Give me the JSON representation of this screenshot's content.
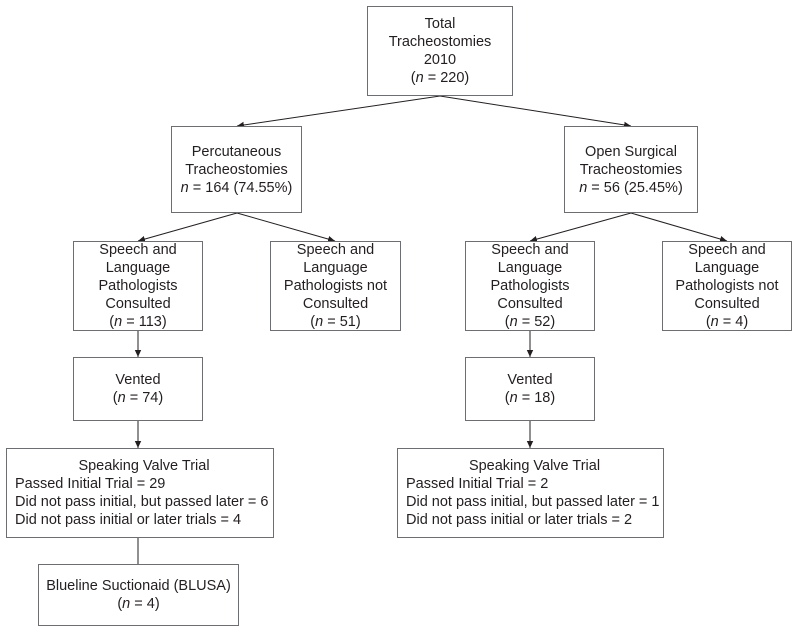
{
  "total": {
    "title_lines": [
      "Total",
      "Tracheostomies",
      "2010"
    ],
    "n_prefix": "(",
    "n_symbol": "n",
    "n_suffix": " = 220)"
  },
  "percutaneous": {
    "title_lines": [
      "Percutaneous",
      "Tracheostomies"
    ],
    "n_symbol": "n",
    "n_suffix": " = 164 (74.55%)"
  },
  "open_surgical": {
    "title_lines": [
      "Open Surgical",
      "Tracheostomies"
    ],
    "n_symbol": "n",
    "n_suffix": " = 56 (25.45%)"
  },
  "perc_slp_consulted": {
    "title_lines": [
      "Speech and",
      "Language",
      "Pathologists",
      "Consulted"
    ],
    "n_prefix": "(",
    "n_symbol": "n",
    "n_suffix": " = 113)"
  },
  "perc_slp_not_consulted": {
    "title_lines": [
      "Speech and",
      "Language",
      "Pathologists not",
      "Consulted"
    ],
    "n_prefix": "(",
    "n_symbol": "n",
    "n_suffix": " = 51)"
  },
  "open_slp_consulted": {
    "title_lines": [
      "Speech and",
      "Language",
      "Pathologists",
      "Consulted"
    ],
    "n_prefix": "(",
    "n_symbol": "n",
    "n_suffix": " = 52)"
  },
  "open_slp_not_consulted": {
    "title_lines": [
      "Speech and",
      "Language",
      "Pathologists not",
      "Consulted"
    ],
    "n_prefix": "(",
    "n_symbol": "n",
    "n_suffix": " = 4)"
  },
  "perc_vented": {
    "title": "Vented",
    "n_prefix": "(",
    "n_symbol": "n",
    "n_suffix": " = 74)"
  },
  "open_vented": {
    "title": "Vented",
    "n_prefix": "(",
    "n_symbol": "n",
    "n_suffix": " = 18)"
  },
  "perc_valve_trial": {
    "title": "Speaking Valve Trial",
    "lines": [
      "Passed Initial Trial = 29",
      "Did not pass initial, but passed later = 6",
      "Did not pass initial or later trials = 4"
    ]
  },
  "open_valve_trial": {
    "title": "Speaking Valve Trial",
    "lines": [
      "Passed Initial Trial = 2",
      "Did not pass initial, but passed later = 1",
      "Did not pass initial or later trials = 2"
    ]
  },
  "blusa": {
    "title": "Blueline Suctionaid (BLUSA)",
    "n_prefix": "(",
    "n_symbol": "n",
    "n_suffix": " = 4)"
  },
  "colors": {
    "border": "#6d6e71",
    "text": "#231f20",
    "connector": "#231f20"
  }
}
